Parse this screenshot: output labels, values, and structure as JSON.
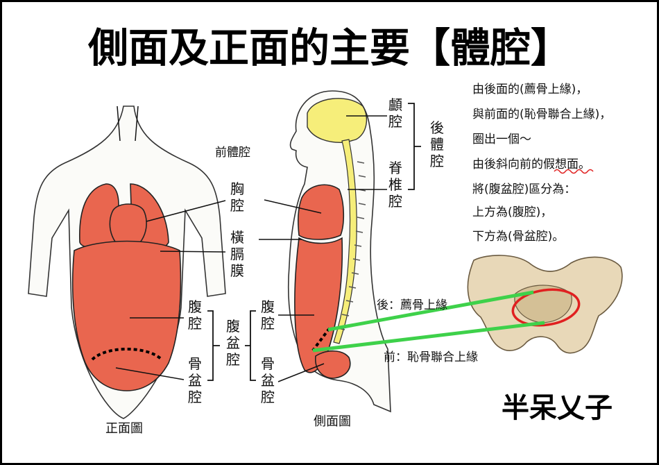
{
  "title": "側面及正面的主要【體腔】",
  "labels": {
    "anterior_cavity": "前體腔",
    "thoracic": "胸腔",
    "diaphragm": "橫膈膜",
    "abdominal_front": "腹腔",
    "pelvic_front": "骨盆腔",
    "abdominopelvic": "腹盆腔",
    "abdominal_side": "腹腔",
    "pelvic_side": "骨盆腔",
    "cranial": "顱腔",
    "vertebral": "脊椎腔",
    "posterior_cavity": "後體腔"
  },
  "captions": {
    "front_view": "正面圖",
    "side_view": "側面圖"
  },
  "note_lines": [
    "由後面的(薦骨上緣)，",
    "與前面的(恥骨聯合上緣)，",
    "圈出一個～",
    "由後斜向前的假想面。",
    "將(腹盆腔)區分為：",
    "上方為(腹腔)，",
    "下方為(骨盆腔)。"
  ],
  "pelvis_labels": {
    "posterior": "後：薦骨上緣",
    "anterior": "前：恥骨聯合上緣"
  },
  "brand": "半呆乂子",
  "colors": {
    "organ": "#e9664f",
    "nervous": "#f6ee7a",
    "marker_line": "#3ed14a",
    "pelvis_circle": "#e02020",
    "bone": "#e8d8b8"
  }
}
